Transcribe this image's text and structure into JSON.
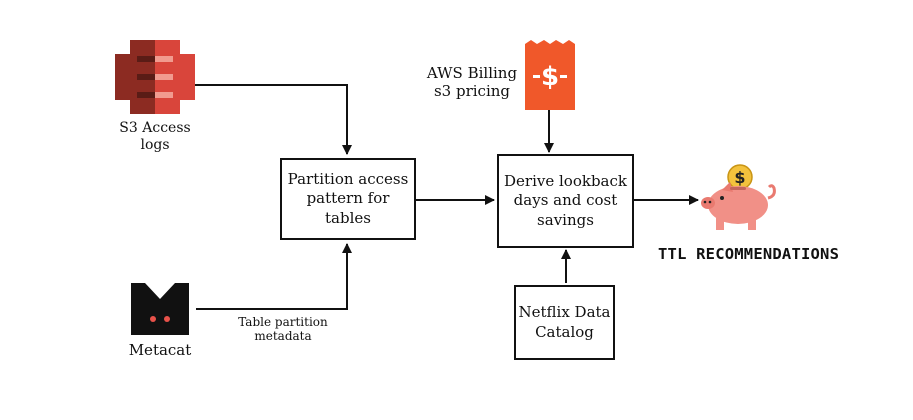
{
  "nodes": {
    "s3_access_logs": "S3 Access\nlogs",
    "aws_billing": "AWS Billing\ns3 pricing",
    "partition_access": "Partition access\npattern for\ntables",
    "derive_lookback": "Derive lookback\ndays and cost\nsavings",
    "ttl_recommendations": "TTL RECOMMENDATIONS",
    "metacat": "Metacat",
    "netflix_catalog": "Netflix Data\nCatalog"
  },
  "edge_labels": {
    "table_partition_metadata": "Table partition\nmetadata"
  },
  "icons": {
    "s3": "aws-s3-bucket-icon",
    "billing": "billing-receipt-icon",
    "metacat": "metacat-logo-icon",
    "piggy": "piggy-bank-icon"
  },
  "colors": {
    "s3_red": "#d9453b",
    "s3_dark": "#8c2b22",
    "billing_orange": "#f0582a",
    "piggy_pink": "#f19087",
    "coin_gold": "#f3c23d",
    "line": "#111111"
  }
}
